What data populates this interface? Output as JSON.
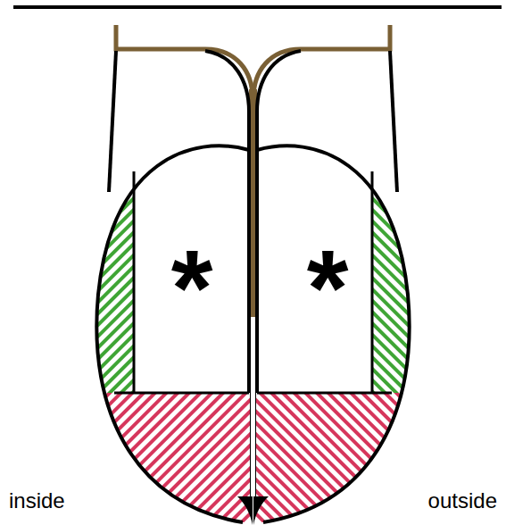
{
  "diagram": {
    "labels": [
      "*",
      "*",
      "inside",
      "outside"
    ]
  }
}
